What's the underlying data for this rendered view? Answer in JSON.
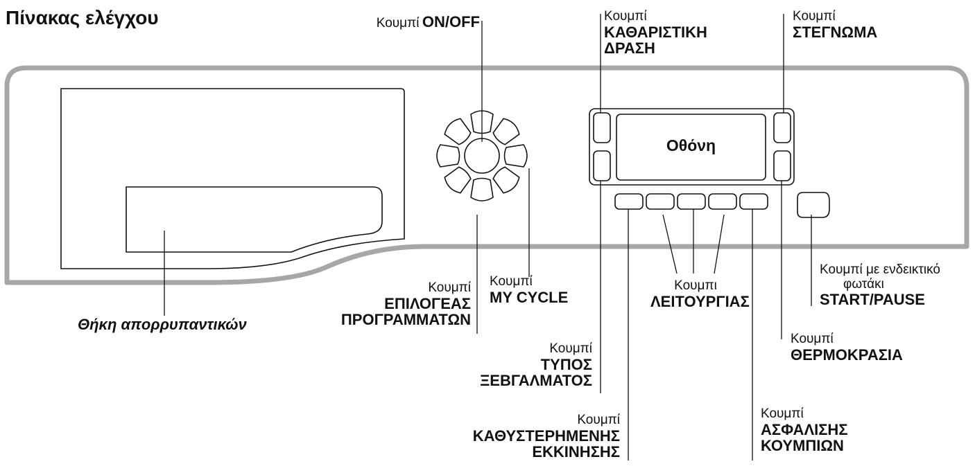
{
  "title": "Πίνακας ελέγχου",
  "display_label": "Οθόνη",
  "detergent_label": "Θήκη απορρυπαντικών",
  "labels": {
    "on_off": {
      "prefix": "Κουμπί",
      "name": "ON/OFF"
    },
    "cleaning_action": {
      "prefix": "Κουμπί",
      "name_lines": [
        "ΚΑΘΑΡΙΣΤΙΚΗ",
        "ΔΡΑΣΗ"
      ]
    },
    "drying": {
      "prefix": "Κουμπί",
      "name": "ΣΤΕΓΝΩΜΑ"
    },
    "program_selector": {
      "prefix": "Κουμπί",
      "name_lines": [
        "ΕΠΙΛΟΓΕΑΣ",
        "ΠΡΟΓΡΑΜΜΑΤΩΝ"
      ]
    },
    "my_cycle": {
      "prefix": "Κουμπί",
      "name": "MY CYCLE"
    },
    "function": {
      "prefix": "Κουμπι",
      "name": "ΛΕΙΤΟΥΡΓΙΑΣ"
    },
    "start_pause": {
      "prefix_lines": [
        "Κουμπί με ενδεικτικό",
        "φωτάκι"
      ],
      "name": "START/PAUSE"
    },
    "rinse_type": {
      "prefix": "Κουμπί",
      "name_lines": [
        "ΤΥΠΟΣ",
        "ΞΕΒΓΑΛΜΑΤΟΣ"
      ]
    },
    "temperature": {
      "prefix": "Κουμπί",
      "name": "ΘΕΡΜΟΚΡΑΣΙΑ"
    },
    "delayed_start": {
      "prefix": "Κουμπί",
      "name_lines": [
        "ΚΑΘΥΣΤΕΡΗΜΕΝΗΣ",
        "ΕΚΚΙΝΗΣΗΣ"
      ]
    },
    "key_lock": {
      "prefix": "Κουμπί",
      "name_lines": [
        "ΑΣΦΑΛΙΣΗΣ",
        "ΚΟΥΜΠΙΩΝ"
      ]
    }
  },
  "colors": {
    "panel_outline": "#a7a7a7",
    "line": "#111111"
  }
}
